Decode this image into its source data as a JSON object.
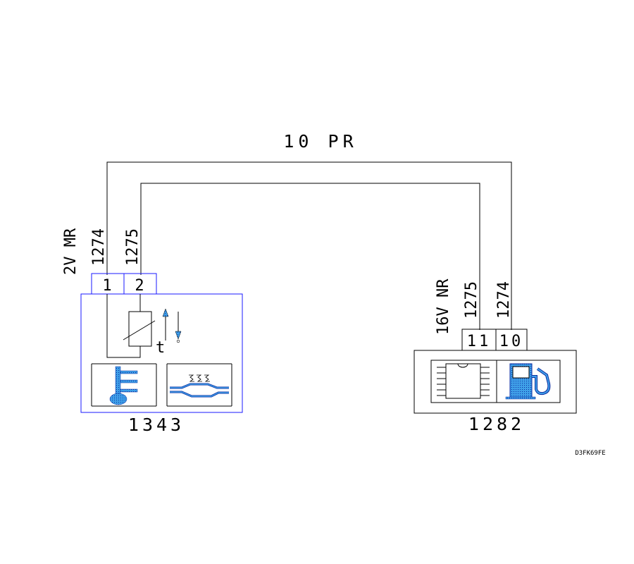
{
  "harness": {
    "label": "10 PR"
  },
  "left_component": {
    "id": "1343",
    "connector_label": "2V MR",
    "wires": [
      "1274",
      "1275"
    ],
    "pins": [
      "1",
      "2"
    ],
    "symbol_t": "t",
    "icons": [
      "thermometer-icon",
      "heat-exchanger-icon"
    ]
  },
  "right_component": {
    "id": "1282",
    "connector_label": "16V NR",
    "wires": [
      "1275",
      "1274"
    ],
    "pins": [
      "11",
      "10"
    ],
    "icons": [
      "ecu-chip-icon",
      "fuel-pump-icon"
    ]
  },
  "reference_code": "D3FK69FE",
  "colors": {
    "line": "#000000",
    "module": "#1a1aff",
    "icon_fill": "#3fa0e8"
  }
}
